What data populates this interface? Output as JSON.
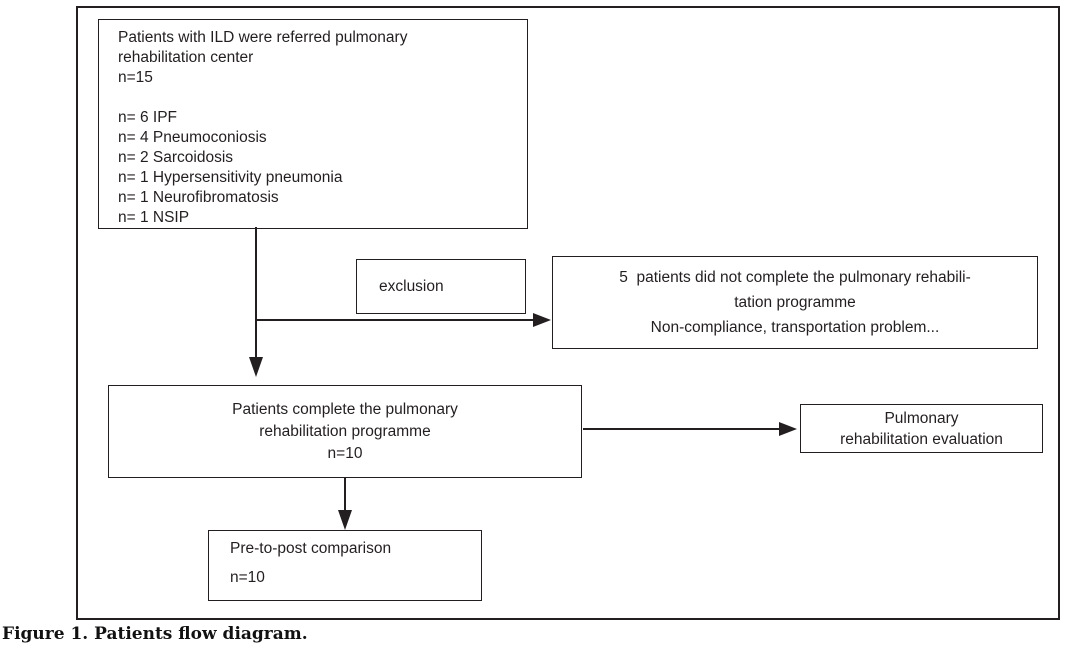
{
  "colors": {
    "ink": "#231f20",
    "background": "#ffffff"
  },
  "caption": "Figure 1. Patients flow diagram.",
  "flowchart": {
    "referred_box": {
      "text": "Patients with ILD were referred pulmonary\nrehabilitation center\nn=15\n\nn= 6 IPF\nn= 4 Pneumoconiosis\nn= 2 Sarcoidosis\nn= 1 Hypersensitivity pneumonia\nn= 1 Neurofibromatosis\nn= 1 NSIP"
    },
    "exclusion_box": {
      "label": "exclusion"
    },
    "not_completed_box": {
      "text": "5  patients did not complete the pulmonary rehabili-\ntation programme\nNon-compliance, transportation problem..."
    },
    "completed_box": {
      "text": "Patients complete the pulmonary\nrehabilitation programme\nn=10"
    },
    "evaluation_box": {
      "text": "Pulmonary\nrehabilitation evaluation"
    },
    "comparison_box": {
      "title": "Pre-to-post comparison",
      "count": "n=10"
    }
  }
}
